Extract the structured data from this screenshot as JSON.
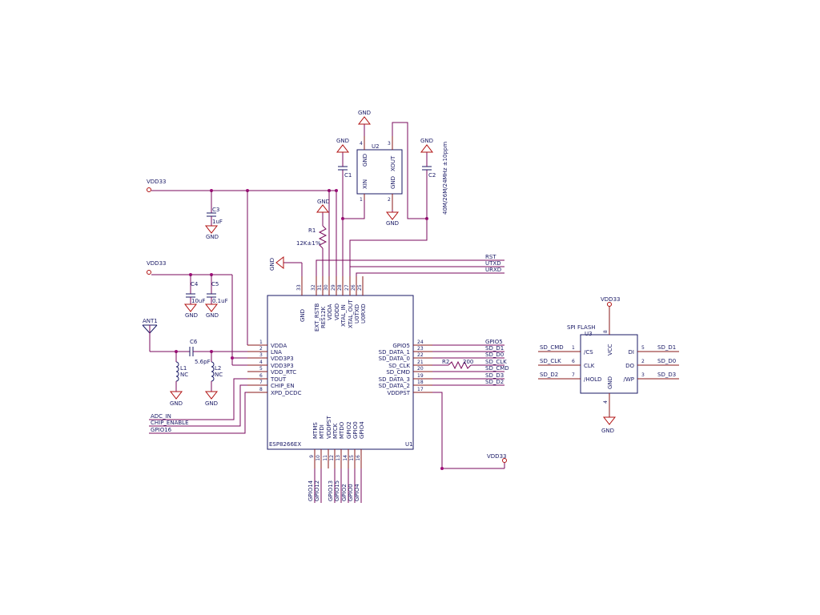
{
  "colors": {
    "wire": "#7a0a5c",
    "junction": "#a0107a",
    "text": "#1a1a66",
    "pin": "#8a1a1a",
    "ground": "#b01010"
  },
  "ic_u1": {
    "name": "ESP8266EX",
    "ref": "U1",
    "left_pins": [
      {
        "num": "1",
        "label": "VDDA"
      },
      {
        "num": "2",
        "label": "LNA"
      },
      {
        "num": "3",
        "label": "VDD3P3"
      },
      {
        "num": "4",
        "label": "VDD3P3"
      },
      {
        "num": "5",
        "label": "VDD_RTC"
      },
      {
        "num": "6",
        "label": "TOUT"
      },
      {
        "num": "7",
        "label": "CHIP_EN"
      },
      {
        "num": "8",
        "label": "XPD_DCDC"
      }
    ],
    "right_pins": [
      {
        "num": "24",
        "label": "GPIO5"
      },
      {
        "num": "23",
        "label": "SD_DATA_1"
      },
      {
        "num": "22",
        "label": "SD_DATA_0"
      },
      {
        "num": "21",
        "label": "SD_CLK"
      },
      {
        "num": "20",
        "label": "SD_CMD"
      },
      {
        "num": "19",
        "label": "SD_DATA_3"
      },
      {
        "num": "18",
        "label": "SD_DATA_2"
      },
      {
        "num": "17",
        "label": "VDDPST"
      }
    ],
    "top_pins": [
      {
        "num": "33",
        "label": "GND"
      },
      {
        "num": "32",
        "label": "EXT_RSTB"
      },
      {
        "num": "31",
        "label": "RES12K"
      },
      {
        "num": "30",
        "label": "VDDA"
      },
      {
        "num": "29",
        "label": "VDDD"
      },
      {
        "num": "28",
        "label": "XTAL_IN"
      },
      {
        "num": "27",
        "label": "XTAL_OUT"
      },
      {
        "num": "26",
        "label": "U0TXD"
      },
      {
        "num": "25",
        "label": "U0RXD"
      }
    ],
    "bottom_pins": [
      {
        "num": "9",
        "label": "MTMS"
      },
      {
        "num": "10",
        "label": "MTDI"
      },
      {
        "num": "11",
        "label": "VDDPST"
      },
      {
        "num": "12",
        "label": "MTCK"
      },
      {
        "num": "13",
        "label": "MTDO"
      },
      {
        "num": "14",
        "label": "GPIO2"
      },
      {
        "num": "15",
        "label": "GPIO0"
      },
      {
        "num": "16",
        "label": "GPIO4"
      }
    ]
  },
  "ic_u2": {
    "ref": "U2",
    "pin_labels": {
      "gnd4": "GND",
      "xout": "XOUT",
      "xin": "XIN",
      "gnd2": "GND"
    },
    "pin_nums": {
      "p4": "4",
      "p3": "3",
      "p1": "1",
      "p2": "2"
    },
    "freq": "40M/26M/24MHz ±10ppm"
  },
  "ic_u3": {
    "title": "SPI FLASH",
    "ref": "U3",
    "left_pins": [
      {
        "num": "1",
        "label": "/CS",
        "net": "SD_CMD"
      },
      {
        "num": "6",
        "label": "CLK",
        "net": "SD_CLK"
      },
      {
        "num": "7",
        "label": "/HOLD",
        "net": "SD_D2"
      }
    ],
    "right_pins": [
      {
        "num": "5",
        "label": "DI",
        "net": "SD_D1"
      },
      {
        "num": "2",
        "label": "DO",
        "net": "SD_D0"
      },
      {
        "num": "3",
        "label": "/WP",
        "net": "SD_D3"
      }
    ],
    "vcc_label": "VCC",
    "vcc_num": "8",
    "gnd_label": "GND",
    "gnd_num": "4",
    "vdd": "VDD33",
    "gnd": "GND"
  },
  "components": {
    "c1": {
      "ref": "C1"
    },
    "c2": {
      "ref": "C2"
    },
    "c3": {
      "ref": "C3",
      "value": "1uF"
    },
    "c4": {
      "ref": "C4",
      "value": "10uF"
    },
    "c5": {
      "ref": "C5",
      "value": "0.1uF"
    },
    "c6": {
      "ref": "C6",
      "value": "5.6pF"
    },
    "l1": {
      "ref": "L1",
      "value": "NC"
    },
    "l2": {
      "ref": "L2",
      "value": "NC"
    },
    "r1": {
      "ref": "R1",
      "value": "12K±1%"
    },
    "r2": {
      "ref": "R2",
      "value": "200"
    },
    "ant": {
      "ref": "ANT1"
    }
  },
  "nets": {
    "vdd33": "VDD33",
    "gnd": "GND",
    "rst": "RST",
    "utxd": "UTXD",
    "urxd": "URXD",
    "adc_in": "ADC_IN",
    "chip_enable": "CHIP_ENABLE",
    "gpio16": "GPIO16",
    "right_nets": [
      "GPIO5",
      "SD_D1",
      "SD_D0",
      "SD_CLK",
      "SD_CMD",
      "SD_D3",
      "SD_D2"
    ],
    "bottom_nets": [
      "GPIO14",
      "GPIO12",
      "GPIO13",
      "GPIO15",
      "GPIO2",
      "GPIO0",
      "GPIO4"
    ]
  }
}
